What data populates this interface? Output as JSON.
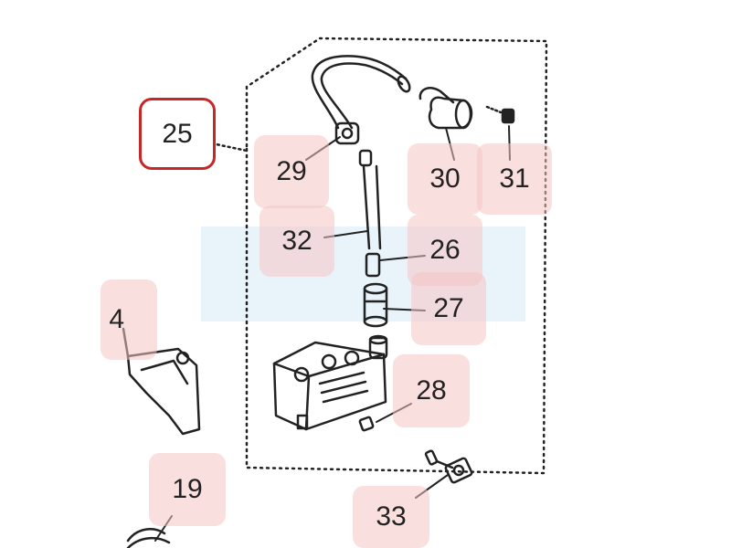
{
  "colors": {
    "callout_fill": "#f5c4c4",
    "selected_border": "#c62828",
    "line_art": "#222222",
    "watermark": "#d6eaf5"
  },
  "selected_part": "25",
  "parts": [
    {
      "id": "p25",
      "number": "25",
      "selected": true
    },
    {
      "id": "p29",
      "number": "29"
    },
    {
      "id": "p30",
      "number": "30"
    },
    {
      "id": "p31",
      "number": "31"
    },
    {
      "id": "p32",
      "number": "32"
    },
    {
      "id": "p26",
      "number": "26"
    },
    {
      "id": "p27",
      "number": "27"
    },
    {
      "id": "p28",
      "number": "28"
    },
    {
      "id": "p19",
      "number": "19"
    },
    {
      "id": "p33",
      "number": "33"
    },
    {
      "id": "p4",
      "number": "4"
    }
  ]
}
